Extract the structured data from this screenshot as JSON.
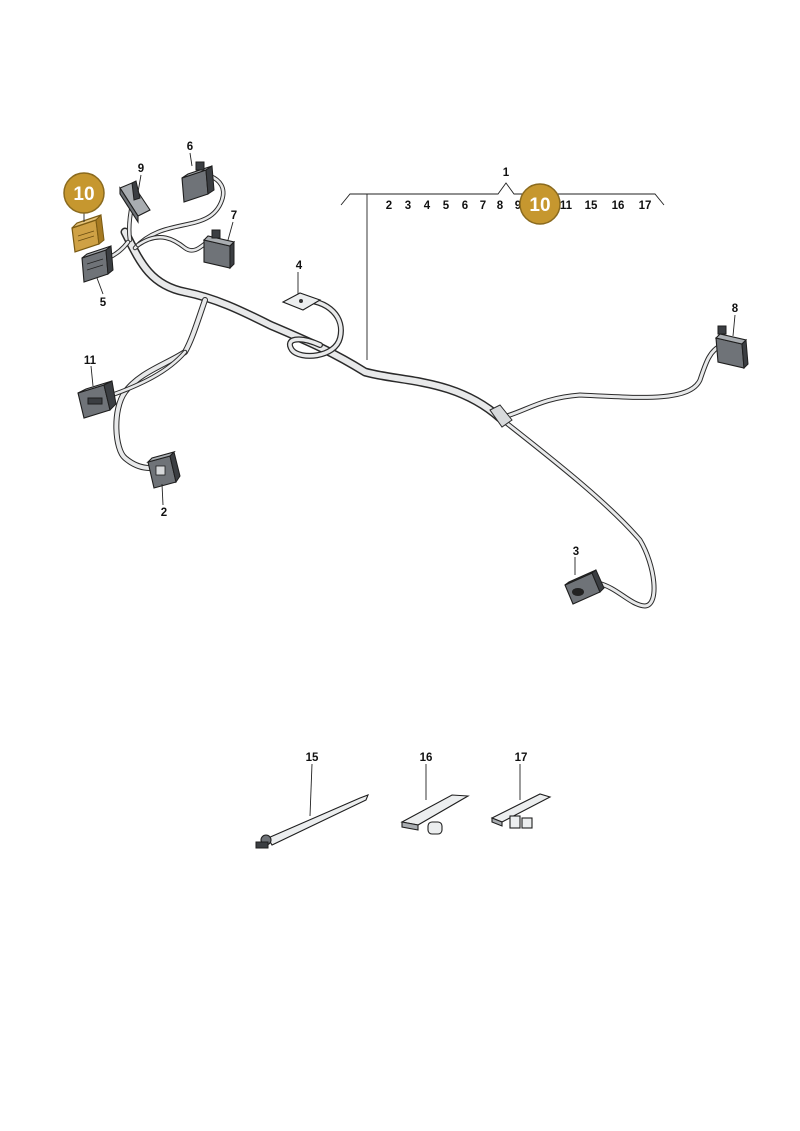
{
  "highlight": {
    "color": "#C6972F",
    "label": "10"
  },
  "callouts": {
    "c1": "1",
    "c2": "2",
    "c3": "3",
    "c4": "4",
    "c5": "5",
    "c6": "6",
    "c7": "7",
    "c8": "8",
    "c9": "9",
    "c11": "11",
    "c15": "15",
    "c16": "16",
    "c17": "17"
  },
  "bracket_numbers": [
    "2",
    "3",
    "4",
    "5",
    "6",
    "7",
    "8",
    "9",
    "10",
    "11",
    "15",
    "16",
    "17"
  ]
}
